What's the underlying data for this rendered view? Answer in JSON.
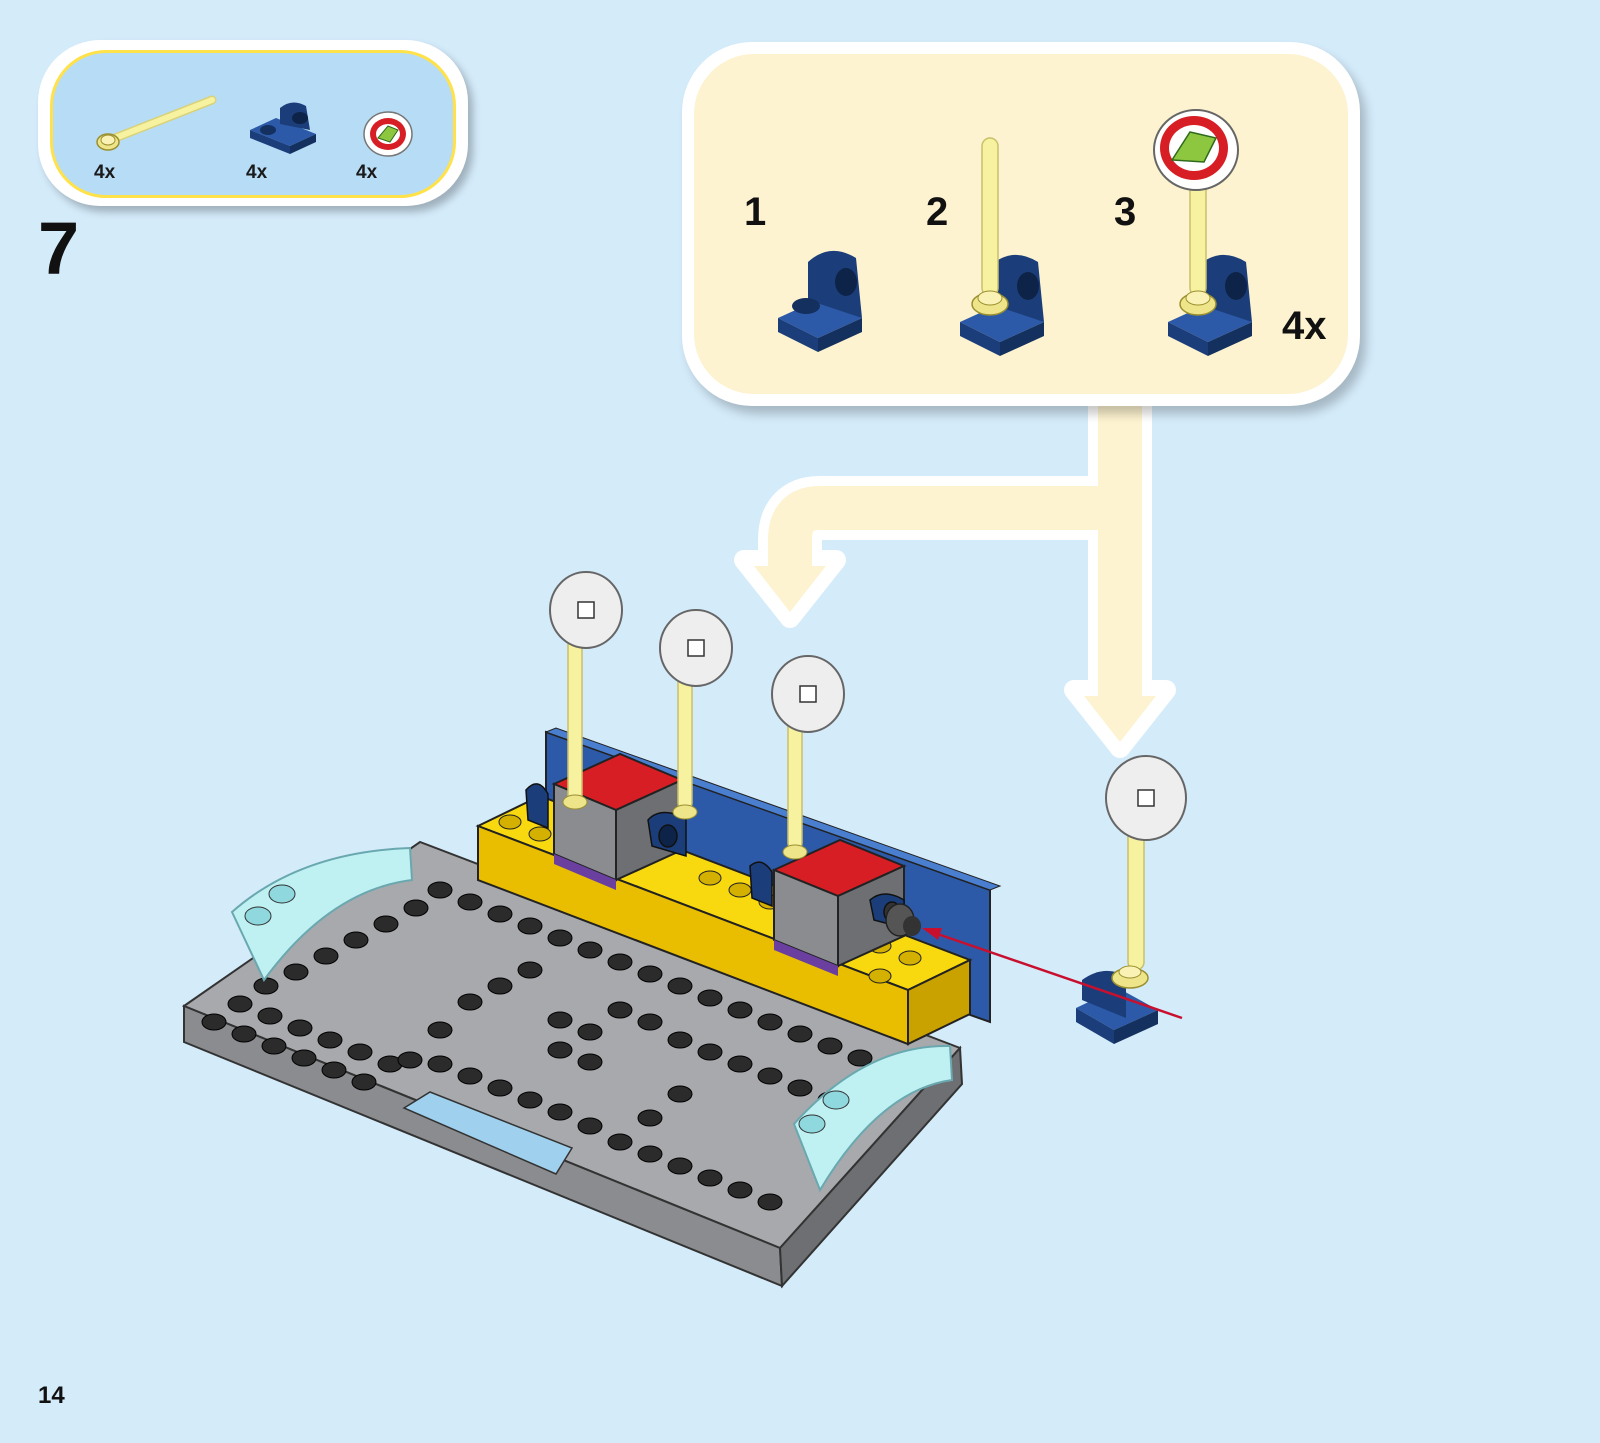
{
  "parts_list": {
    "items": [
      {
        "name": "antenna-bar",
        "count": "4x"
      },
      {
        "name": "bracket-plate",
        "count": "4x"
      },
      {
        "name": "round-tile-shield",
        "count": "4x"
      }
    ]
  },
  "step": {
    "number": "7"
  },
  "subassembly": {
    "steps": [
      {
        "label": "1"
      },
      {
        "label": "2"
      },
      {
        "label": "3"
      }
    ],
    "multiplier": "4x"
  },
  "page": {
    "number": "14"
  },
  "colors": {
    "background": "#d4ebfa",
    "parts_box_fill": "#b7dcf6",
    "parts_box_border": "#ffe14a",
    "subassembly_fill": "#fdf3d0",
    "arrow_fill": "#fdf3d0",
    "dark_blue": "#1b3e7a",
    "red": "#d81e25",
    "yellow": "#f8d90f",
    "grey": "#a7a9ac",
    "trans_yellow": "#f6f2a0",
    "trans_light_blue": "#bff1f3"
  }
}
